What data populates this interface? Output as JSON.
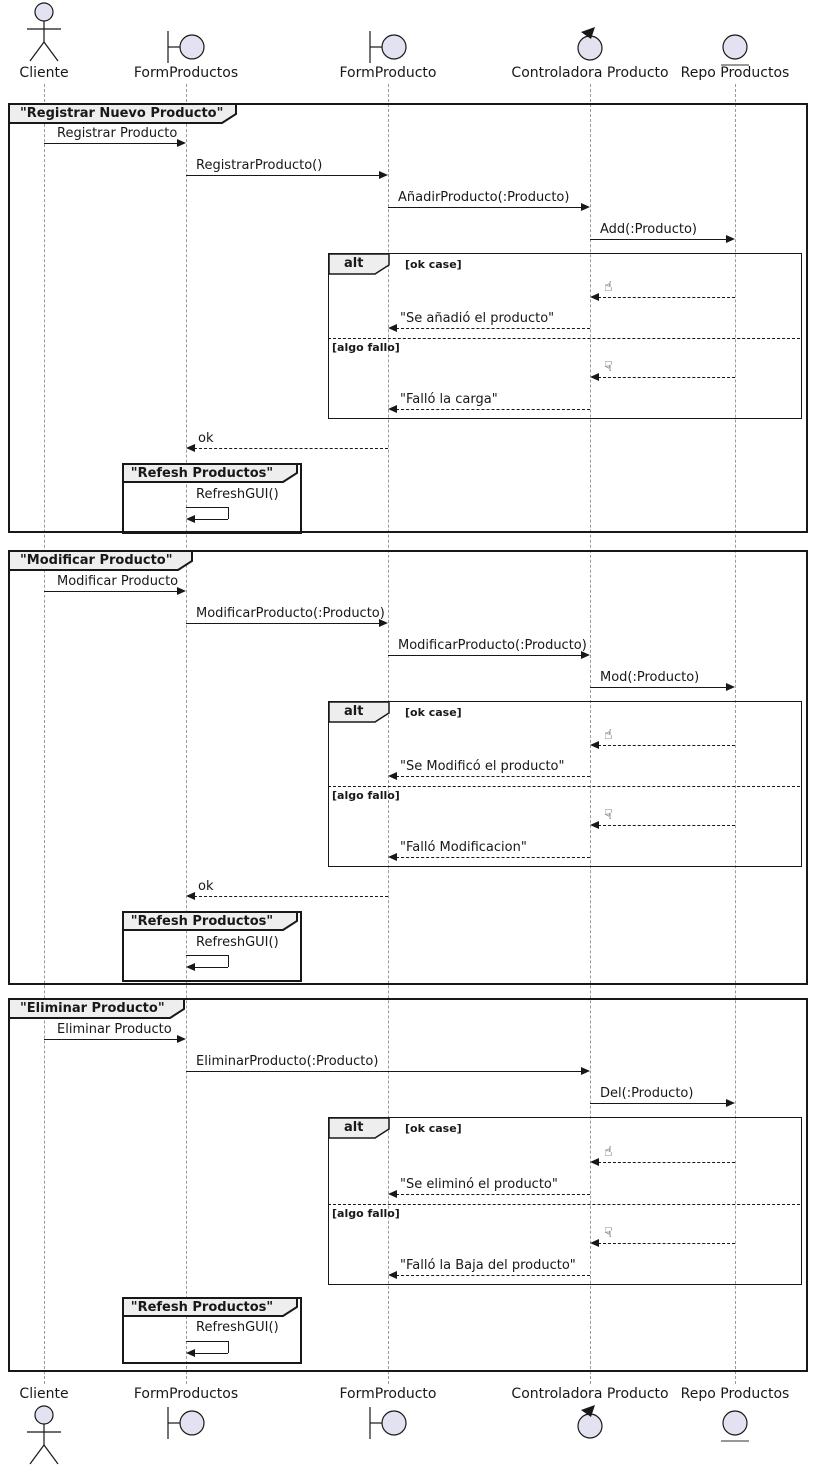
{
  "colors": {
    "participant_fill": "#E2E2F0",
    "frame_border": "#181818",
    "tab_fill": "#EEEEEE",
    "lifeline": "#9A9A9A",
    "text": "#181818"
  },
  "participants": [
    {
      "label": "Cliente",
      "type": "actor"
    },
    {
      "label": "FormProductos",
      "type": "boundary"
    },
    {
      "label": "FormProducto",
      "type": "boundary"
    },
    {
      "label": "Controladora Producto",
      "type": "control"
    },
    {
      "label": "Repo Productos",
      "type": "entity"
    }
  ],
  "sections": [
    {
      "title": "\"Registrar Nuevo Producto\"",
      "alt_keyword": "alt",
      "ok_guard": "[ok case]",
      "fail_guard": "[algo fallo]",
      "refresh_title": "\"Refesh Productos\"",
      "icons": {
        "success": "☝",
        "failure": "☟"
      },
      "messages": {
        "request": "Registrar Producto",
        "open_form": "RegistrarProducto()",
        "to_controller": "AñadirProducto(:Producto)",
        "to_repo": "Add(:Producto)",
        "ok_reply": "\"Se añadió el producto\"",
        "fail_reply": "\"Falló la carga\"",
        "ok_ack": "ok",
        "refresh_call": "RefreshGUI()"
      }
    },
    {
      "title": "\"Modificar Producto\"",
      "alt_keyword": "alt",
      "ok_guard": "[ok case]",
      "fail_guard": "[algo fallo]",
      "refresh_title": "\"Refesh Productos\"",
      "icons": {
        "success": "☝",
        "failure": "☟"
      },
      "messages": {
        "request": "Modificar Producto",
        "open_form": "ModificarProducto(:Producto)",
        "to_controller": "ModificarProducto(:Producto)",
        "to_repo": "Mod(:Producto)",
        "ok_reply": "\"Se Modificó el producto\"",
        "fail_reply": "\"Falló Modificacion\"",
        "ok_ack": "ok",
        "refresh_call": "RefreshGUI()"
      }
    },
    {
      "title": "\"Eliminar Producto\"",
      "alt_keyword": "alt",
      "ok_guard": "[ok case]",
      "fail_guard": "[algo fallo]",
      "refresh_title": "\"Refesh Productos\"",
      "icons": {
        "success": "☝",
        "failure": "☟"
      },
      "messages": {
        "request": "Eliminar Producto",
        "to_controller": "EliminarProducto(:Producto)",
        "to_repo": "Del(:Producto)",
        "ok_reply": "\"Se eliminó el producto\"",
        "fail_reply": "\"Falló la Baja del producto\"",
        "refresh_call": "RefreshGUI()"
      }
    }
  ]
}
